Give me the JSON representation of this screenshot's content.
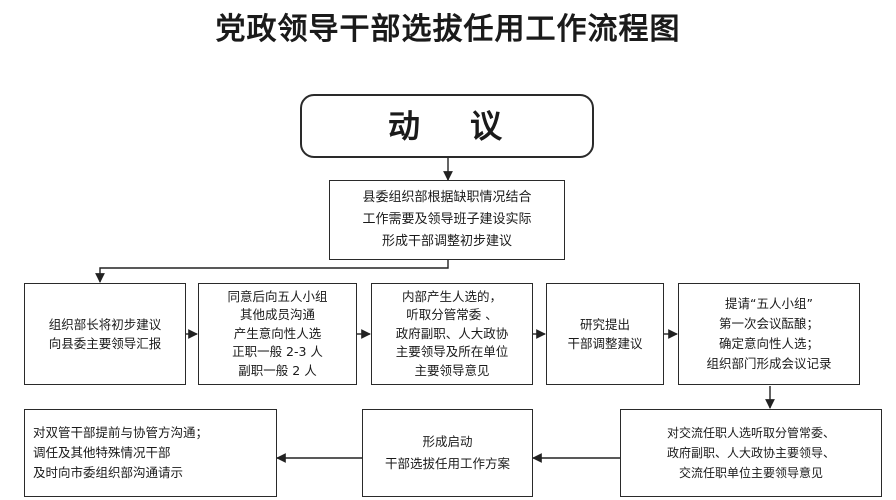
{
  "title": "党政领导干部选拔任用工作流程图",
  "nodes": {
    "start": [
      "动议"
    ],
    "proposal": [
      "县委组织部根据缺职情况结合",
      "工作需要及领导班子建设实际",
      "形成干部调整初步建议"
    ],
    "report": [
      "组织部长将初步建议",
      "向县委主要领导汇报"
    ],
    "communicate": [
      "同意后向五人小组",
      "其他成员沟通",
      "产生意向性人选",
      "正职一般 2-3 人",
      "副职一般 2 人"
    ],
    "internal": [
      "内部产生人选的，",
      "听取分管常委  、",
      "政府副职、人大政协",
      "主要领导及所在单位",
      "主要领导意见"
    ],
    "research": [
      "研究提出",
      "干部调整建议"
    ],
    "five_group": [
      "提请“五人小组”",
      "第一次会议酝酿；",
      "确定意向性人选；",
      "组织部门形成会议记录"
    ],
    "exchange": [
      "对交流任职人选听取分管常委、",
      "政府副职、人大政协主要领导、",
      "交流任职单位主要领导意见"
    ],
    "plan": [
      "形成启动",
      "干部选拔任用工作方案"
    ],
    "dual": [
      "对双管干部提前与协管方沟通；",
      "调任及其他特殊情况干部",
      "及时向市委组织部沟通请示"
    ]
  }
}
